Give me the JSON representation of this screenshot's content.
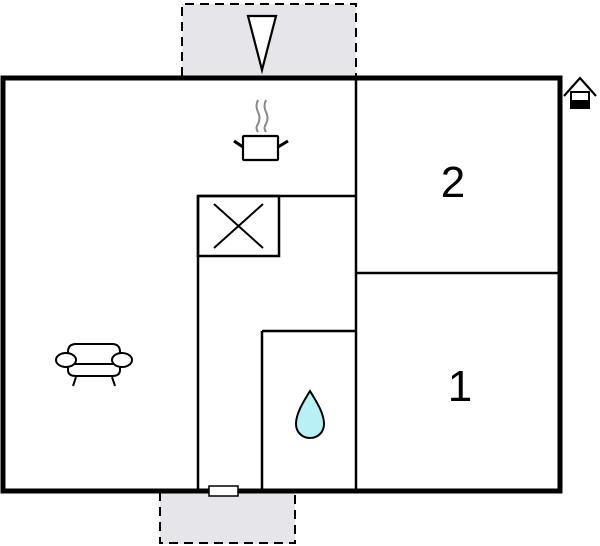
{
  "diagram": {
    "type": "floor-plan",
    "colors": {
      "wall": "#000000",
      "terrace_fill": "#e5e5ea",
      "water_fill": "#b8f0f5",
      "steam": "#888888",
      "background": "#ffffff"
    },
    "rooms": [
      {
        "id": "bedroom-2",
        "label": "2"
      },
      {
        "id": "bedroom-1",
        "label": "1"
      }
    ],
    "icons": [
      {
        "name": "entrance-arrow-icon",
        "meaning": "entrance"
      },
      {
        "name": "house-icon",
        "meaning": "house-orientation"
      },
      {
        "name": "cooking-pot-icon",
        "meaning": "kitchen"
      },
      {
        "name": "sofa-icon",
        "meaning": "living-room"
      },
      {
        "name": "water-drop-icon",
        "meaning": "bathroom"
      },
      {
        "name": "crossed-box-icon",
        "meaning": "chimney-or-shaft"
      }
    ],
    "terraces": [
      {
        "id": "terrace-top"
      },
      {
        "id": "terrace-bottom"
      }
    ]
  }
}
